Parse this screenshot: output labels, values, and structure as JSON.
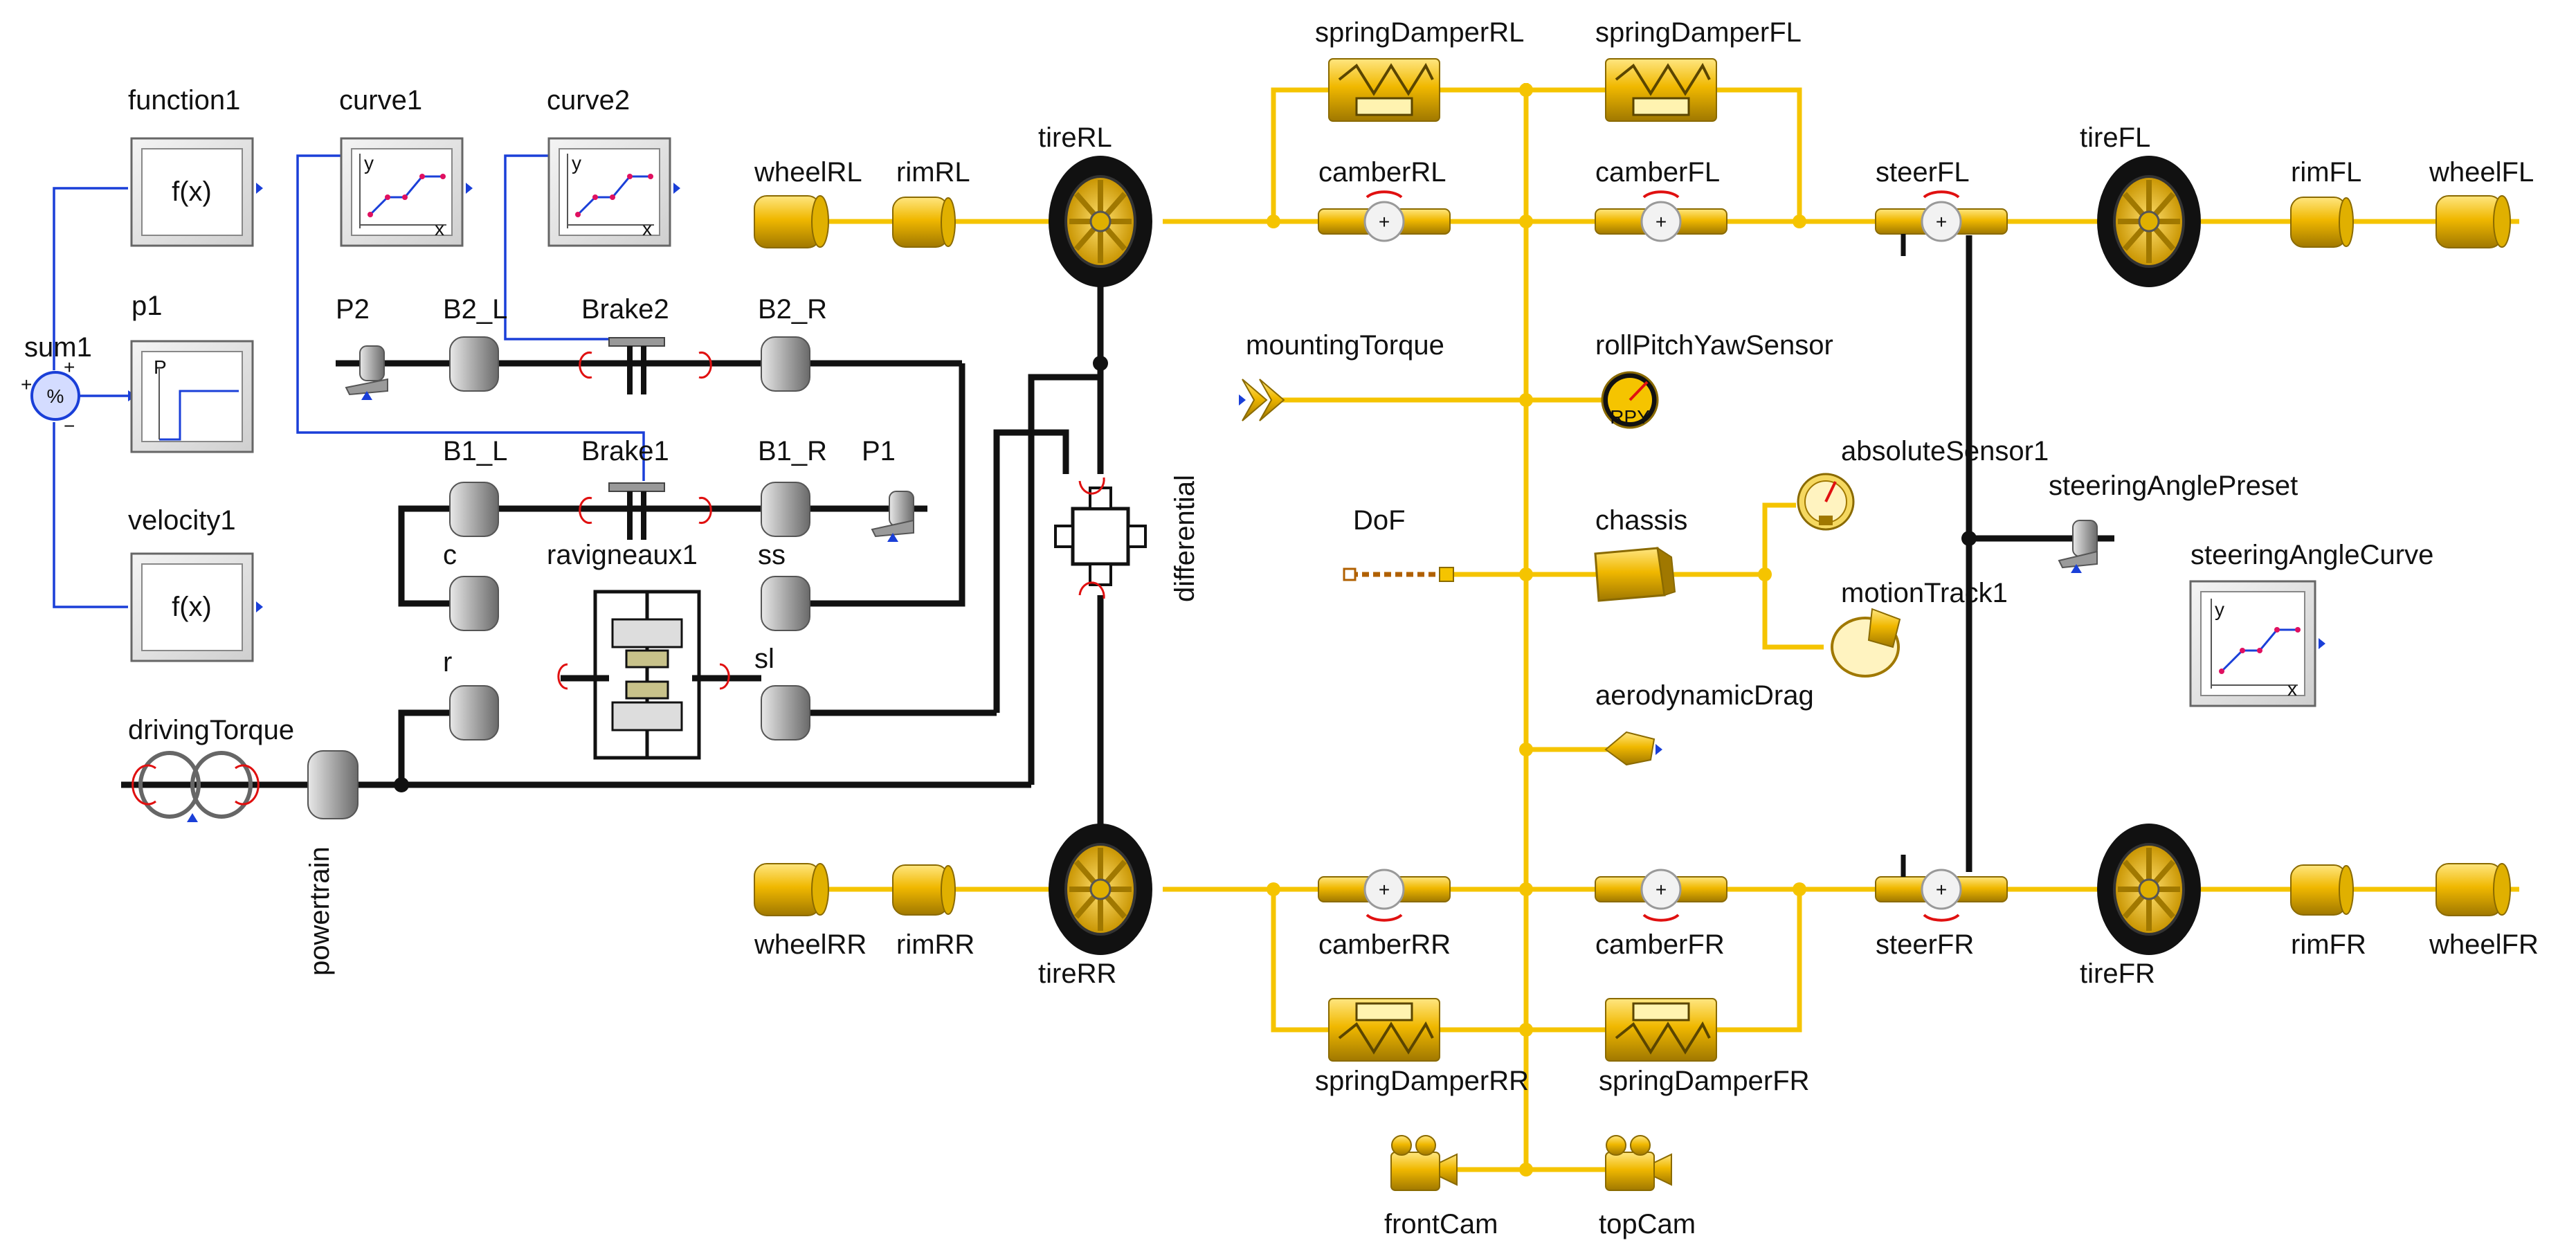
{
  "labels": {
    "function1": "function1",
    "curve1": "curve1",
    "curve2": "curve2",
    "sum1": "sum1",
    "p1": "p1",
    "velocity1": "velocity1",
    "P2": "P2",
    "B2_L": "B2_L",
    "Brake2": "Brake2",
    "B2_R": "B2_R",
    "B1_L": "B1_L",
    "Brake1": "Brake1",
    "B1_R": "B1_R",
    "P1": "P1",
    "c": "c",
    "ravigneaux1": "ravigneaux1",
    "ss": "ss",
    "r": "r",
    "sl": "sl",
    "drivingTorque": "drivingTorque",
    "powertrain": "powertrain",
    "differential": "differential",
    "wheelRL": "wheelRL",
    "rimRL": "rimRL",
    "tireRL": "tireRL",
    "wheelRR": "wheelRR",
    "rimRR": "rimRR",
    "tireRR": "tireRR",
    "springDamperRL": "springDamperRL",
    "springDamperFL": "springDamperFL",
    "camberRL": "camberRL",
    "camberFL": "camberFL",
    "steerFL": "steerFL",
    "tireFL": "tireFL",
    "rimFL": "rimFL",
    "wheelFL": "wheelFL",
    "mountingTorque": "mountingTorque",
    "rollPitchYawSensor": "rollPitchYawSensor",
    "absoluteSensor1": "absoluteSensor1",
    "steeringAnglePreset": "steeringAnglePreset",
    "DoF": "DoF",
    "chassis": "chassis",
    "motionTrack1": "motionTrack1",
    "steeringAngleCurve": "steeringAngleCurve",
    "aerodynamicDrag": "aerodynamicDrag",
    "camberRR": "camberRR",
    "camberFR": "camberFR",
    "steerFR": "steerFR",
    "tireFR": "tireFR",
    "rimFR": "rimFR",
    "wheelFR": "wheelFR",
    "springDamperRR": "springDamperRR",
    "springDamperFR": "springDamperFR",
    "frontCam": "frontCam",
    "topCam": "topCam"
  },
  "glyphs": {
    "fx": "f(x)",
    "rpy": "RPY",
    "plus": "+",
    "minus": "−",
    "percent": "%",
    "axis_y": "y",
    "axis_x": "x",
    "axis_p": "P"
  },
  "colors": {
    "mechanical": "#f5c400",
    "rotational": "#111111",
    "signal": "#1a3fd8",
    "component_gold": "#d9a900",
    "disk_gray": "#b8b8b8"
  }
}
